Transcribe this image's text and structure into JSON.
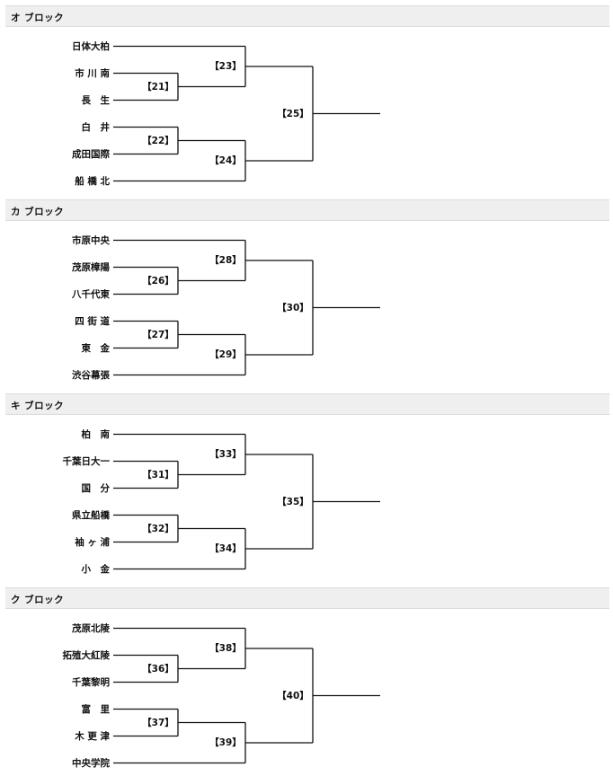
{
  "blocks": [
    {
      "title": "オ ブロック",
      "teams": [
        "日体大柏",
        "市 川 南",
        "長　生",
        "白　井",
        "成田国際",
        "船 橋 北"
      ],
      "matches": {
        "m1": "【21】",
        "m2": "【22】",
        "m3": "【23】",
        "m4": "【24】",
        "m5": "【25】"
      }
    },
    {
      "title": "カ ブロック",
      "teams": [
        "市原中央",
        "茂原樟陽",
        "八千代東",
        "四 街 道",
        "東　金",
        "渋谷幕張"
      ],
      "matches": {
        "m1": "【26】",
        "m2": "【27】",
        "m3": "【28】",
        "m4": "【29】",
        "m5": "【30】"
      }
    },
    {
      "title": "キ ブロック",
      "teams": [
        "柏　南",
        "千葉日大一",
        "国　分",
        "県立船橋",
        "袖 ヶ 浦",
        "小　金"
      ],
      "matches": {
        "m1": "【31】",
        "m2": "【32】",
        "m3": "【33】",
        "m4": "【34】",
        "m5": "【35】"
      }
    },
    {
      "title": "ク ブロック",
      "teams": [
        "茂原北陵",
        "拓殖大紅陵",
        "千葉黎明",
        "富　里",
        "木 更 津",
        "中央学院"
      ],
      "matches": {
        "m1": "【36】",
        "m2": "【37】",
        "m3": "【38】",
        "m4": "【39】",
        "m5": "【40】"
      }
    }
  ]
}
